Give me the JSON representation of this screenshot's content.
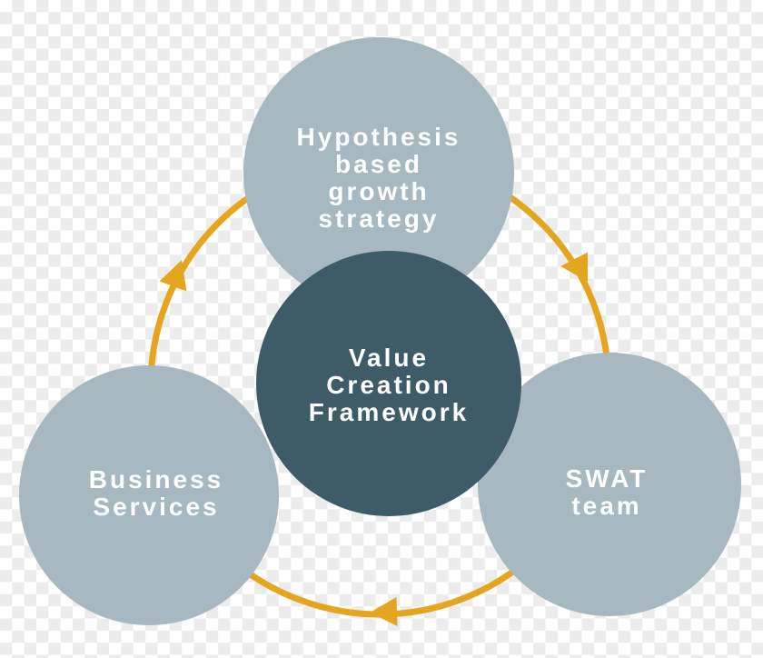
{
  "diagram": {
    "title": "Value Creation Framework",
    "flow": {
      "direction": "clockwise",
      "arrow_count": 3
    }
  },
  "nodes": {
    "hypothesis": {
      "lines": [
        "Hypothesis",
        "based",
        "growth",
        "strategy"
      ]
    },
    "center": {
      "lines": [
        "Value",
        "Creation",
        "Framework"
      ]
    },
    "business": {
      "lines": [
        "Business",
        "Services"
      ]
    },
    "swat": {
      "lines": [
        "SWAT",
        "team"
      ]
    }
  },
  "colors": {
    "node_light": "#a7b8c0",
    "node_dark": "#3d5c68",
    "arrow_gold": "#e5a61f",
    "label_text": "#ffffff"
  }
}
